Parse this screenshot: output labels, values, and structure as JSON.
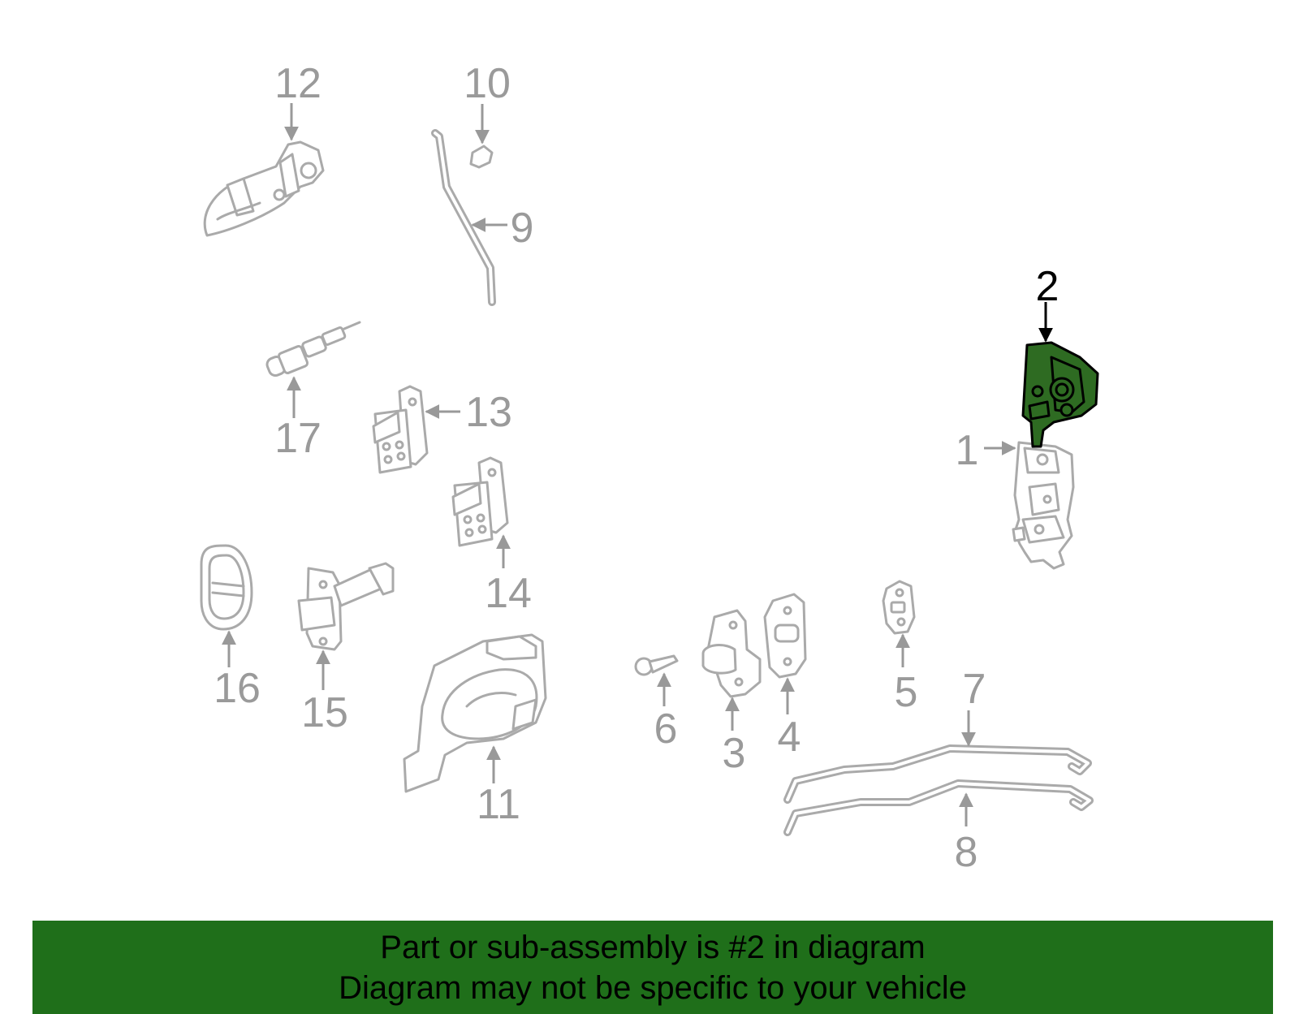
{
  "diagram": {
    "highlight_color": "#2e6b22",
    "part_color": "#aaaaaa",
    "highlighted_part": "2",
    "callouts": [
      "1",
      "2",
      "3",
      "4",
      "5",
      "6",
      "7",
      "8",
      "9",
      "10",
      "11",
      "12",
      "13",
      "14",
      "15",
      "16",
      "17"
    ]
  },
  "banner": {
    "background": "#1f6f1a",
    "line1": "Part or sub-assembly is #2 in diagram",
    "line2": "Diagram may not be specific to your vehicle"
  }
}
